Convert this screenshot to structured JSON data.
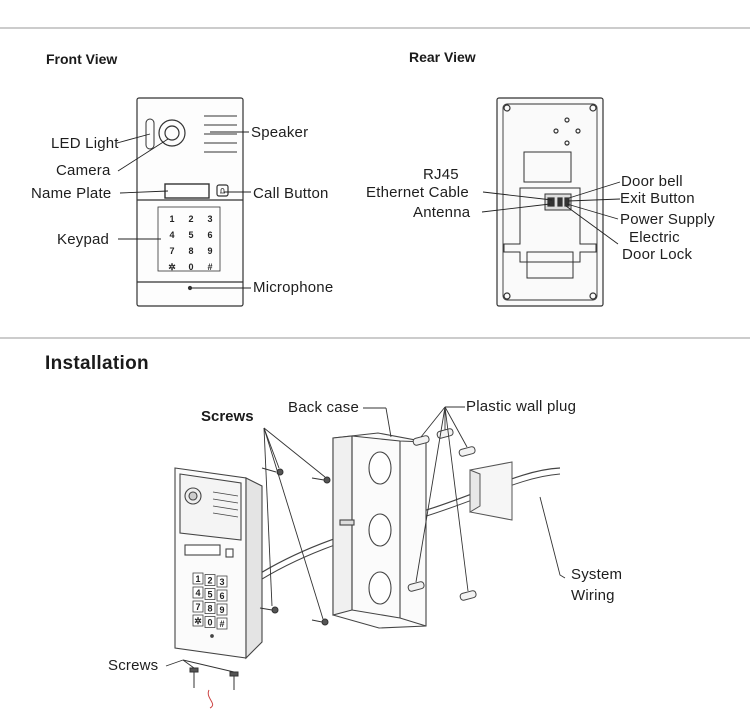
{
  "front": {
    "title": "Front View",
    "labels": {
      "led": "LED Light",
      "camera": "Camera",
      "name_plate": "Name Plate",
      "keypad": "Keypad",
      "speaker": "Speaker",
      "call_button": "Call Button",
      "microphone": "Microphone"
    },
    "keys": [
      "1",
      "2",
      "3",
      "4",
      "5",
      "6",
      "7",
      "8",
      "9",
      "✲",
      "0",
      "#"
    ]
  },
  "rear": {
    "title": "Rear View",
    "labels": {
      "rj45": "RJ45",
      "ethernet": "Ethernet Cable",
      "antenna": "Antenna",
      "door_bell": "Door bell",
      "exit_button": "Exit Button",
      "power_supply": "Power Supply",
      "electric": "Electric",
      "door_lock": "Door Lock"
    }
  },
  "installation": {
    "title": "Installation",
    "labels": {
      "screws_top": "Screws",
      "back_case": "Back case",
      "wall_plug": "Plastic wall plug",
      "system": "System",
      "wiring": "Wiring",
      "screws_bottom": "Screws"
    },
    "keys": [
      "1",
      "2",
      "3",
      "4",
      "5",
      "6",
      "7",
      "8",
      "9",
      "✲",
      "0",
      "#"
    ]
  }
}
